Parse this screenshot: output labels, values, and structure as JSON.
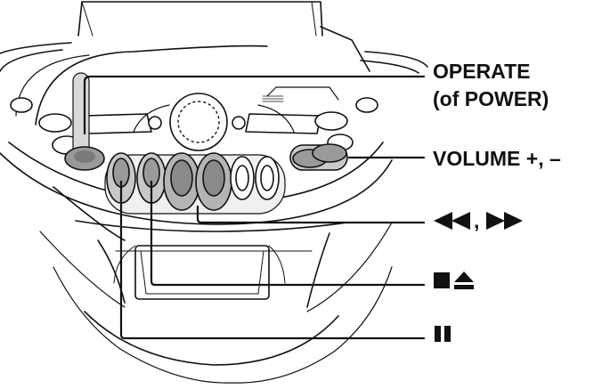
{
  "labels": {
    "operate": "OPERATE",
    "of_power": "(of POWER)",
    "volume": "VOLUME +, –",
    "rew_ff_sep": ","
  },
  "icons": {
    "rewind": "rewind-icon",
    "fast_forward": "fast-forward-icon",
    "stop": "stop-icon",
    "eject": "eject-icon",
    "pause": "pause-icon"
  },
  "colors": {
    "ink": "#111111",
    "highlight_gray": "#9a9a9a",
    "shade_gray": "#c8c8c8"
  }
}
